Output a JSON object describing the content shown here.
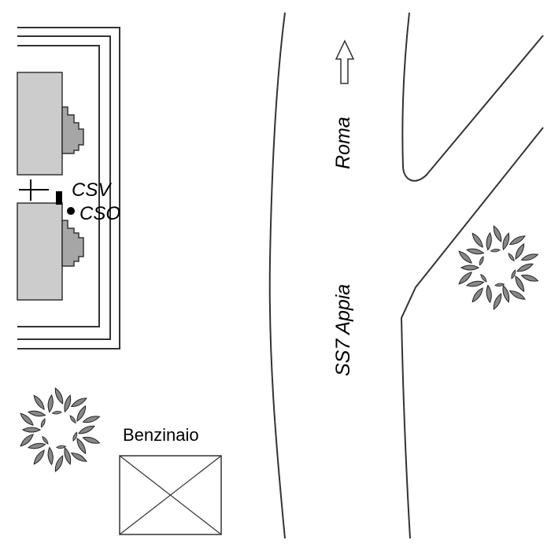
{
  "labels": {
    "csv": "CSV",
    "cso": "CSO",
    "road_north": "Roma",
    "road_name": "SS7 Appia",
    "station": "Benzinaio"
  },
  "icons": {
    "north_arrow": "arrow-up-icon",
    "tree": "tree-icon",
    "cross": "cross-icon"
  },
  "colors": {
    "building_fill": "#cccccc",
    "wing_fill": "#a6a6a6",
    "leaf_fill": "#888888",
    "line": "#000000"
  }
}
